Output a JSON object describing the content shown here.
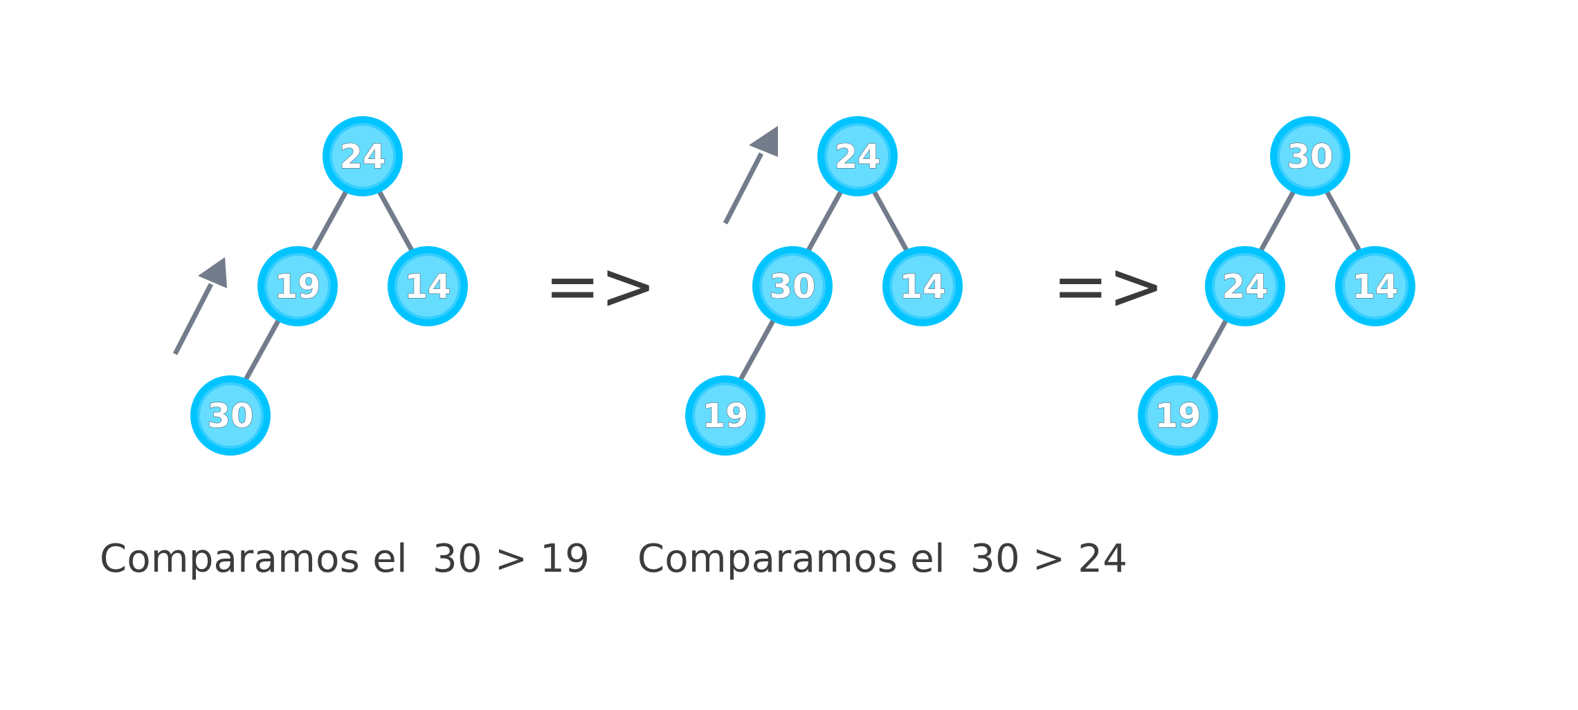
{
  "colors": {
    "node_ring": "#00c4ff",
    "node_fill": "#66ddff",
    "node_inner_ring": "#36ceff",
    "edge": "#737c8b",
    "arrow": "#737c8b",
    "text_dark": "#3c3c3c"
  },
  "separators": [
    "=>",
    "=>"
  ],
  "trees": [
    {
      "nodes": {
        "root": "24",
        "left": "19",
        "right": "14",
        "left_left": "30"
      },
      "arrow": "up-right"
    },
    {
      "nodes": {
        "root": "24",
        "left": "30",
        "right": "14",
        "left_left": "19"
      },
      "arrow": "up-right"
    },
    {
      "nodes": {
        "root": "30",
        "left": "24",
        "right": "14",
        "left_left": "19"
      },
      "arrow": null
    }
  ],
  "captions": [
    "Comparamos el  30 > 19",
    "Comparamos el  30 > 24"
  ]
}
